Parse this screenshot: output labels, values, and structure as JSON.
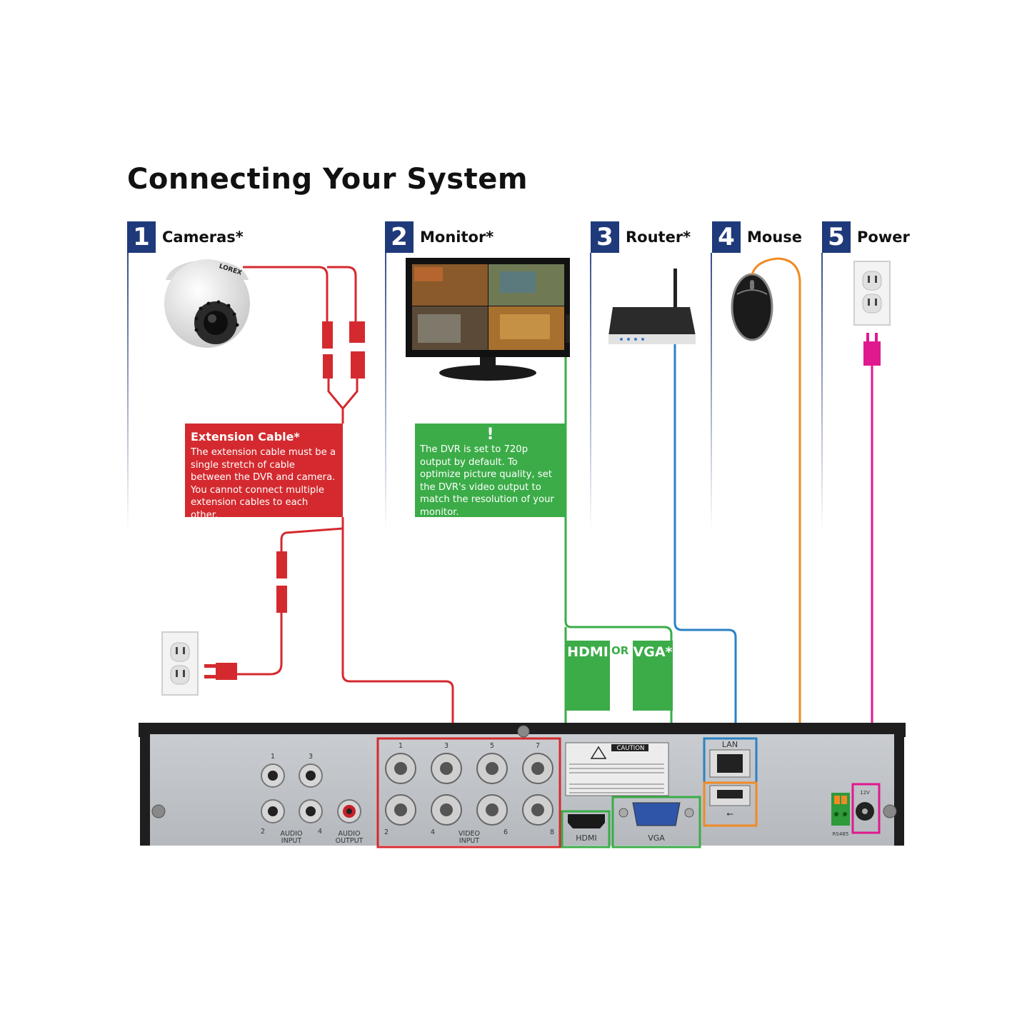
{
  "title": "Connecting Your System",
  "steps": [
    {
      "num": "1",
      "label": "Cameras*"
    },
    {
      "num": "2",
      "label": "Monitor*"
    },
    {
      "num": "3",
      "label": "Router*"
    },
    {
      "num": "4",
      "label": "Mouse"
    },
    {
      "num": "5",
      "label": "Power"
    }
  ],
  "callouts": {
    "extension": {
      "heading": "Extension Cable*",
      "body": "The extension cable must be a single stretch of cable between the DVR and camera. You cannot connect multiple extension cables to each other."
    },
    "monitor_note": {
      "icon": "!",
      "body": "The DVR is set to 720p output by default. To optimize picture quality, set the DVR's video output to match the resolution of your monitor."
    }
  },
  "output_options": {
    "hdmi": "HDMI",
    "or": "OR",
    "vga": "VGA*"
  },
  "camera_brand": "LOREX",
  "dvr": {
    "audio_input": "AUDIO INPUT",
    "audio_output": "AUDIO OUTPUT",
    "video_input": "VIDEO INPUT",
    "hdmi": "HDMI",
    "vga": "VGA",
    "lan": "LAN",
    "rs485": "RS485",
    "dc": "12V",
    "caution": "CAUTION",
    "audio_numbers": [
      "1",
      "3",
      "2",
      "4"
    ],
    "video_numbers": [
      "1",
      "3",
      "5",
      "7",
      "2",
      "4",
      "6",
      "8"
    ]
  },
  "colors": {
    "step_badge": "#1f3a7a",
    "camera_cable": "#d42a2f",
    "monitor_cable": "#3bac48",
    "router_cable": "#2a82c4",
    "mouse_cable": "#f08a24",
    "power_cable": "#e0198e"
  }
}
